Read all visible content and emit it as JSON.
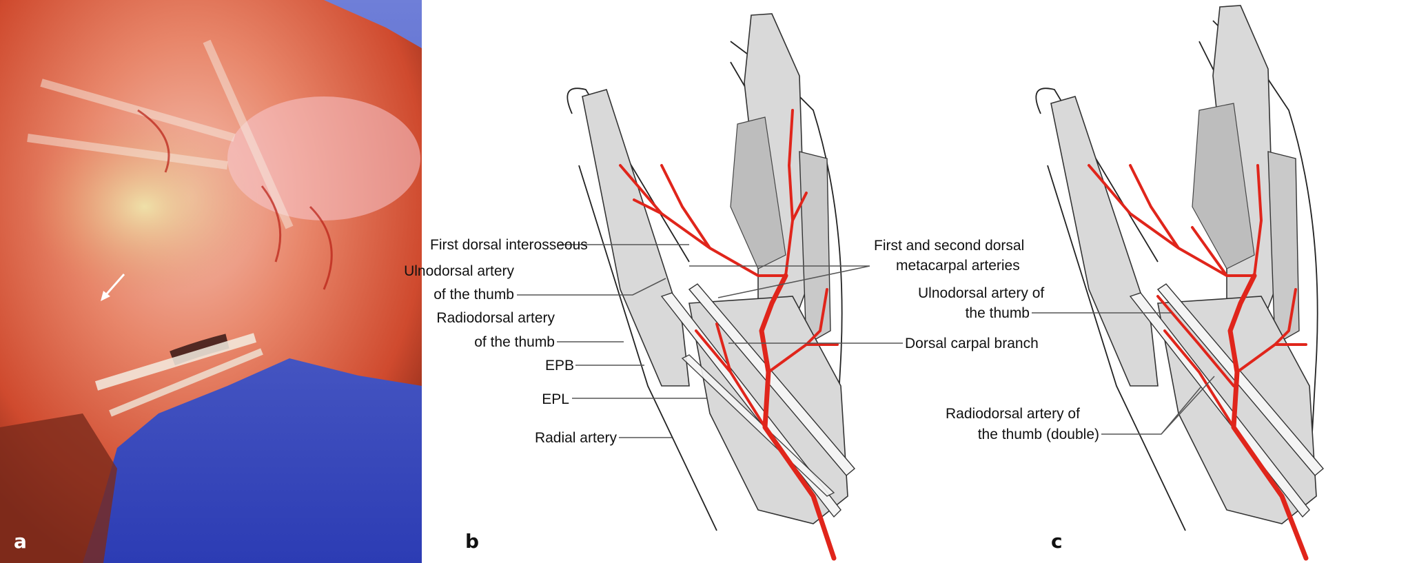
{
  "panels": {
    "a": {
      "letter": "a"
    },
    "b": {
      "letter": "b",
      "labels": {
        "first_dorsal_interosseous": "First dorsal interosseous",
        "ulnodorsal_1": "Ulnodorsal artery",
        "ulnodorsal_2": "of the thumb",
        "radiodorsal_1": "Radiodorsal artery",
        "radiodorsal_2": "of the thumb",
        "epb": "EPB",
        "epl": "EPL",
        "radial_artery": "Radial artery",
        "metacarpal_1": "First and second dorsal",
        "metacarpal_2": "metacarpal arteries",
        "dorsal_carpal_branch": "Dorsal carpal branch"
      }
    },
    "c": {
      "letter": "c",
      "labels": {
        "ulnodorsal_1": "Ulnodorsal artery of",
        "ulnodorsal_2": "the thumb",
        "radiodorsal_1": "Radiodorsal artery of",
        "radiodorsal_2": "the thumb (double)"
      }
    }
  },
  "colors": {
    "artery": "#e0251b",
    "bone": "#d9d9d9",
    "photo_blue": "#3f4fc4",
    "photo_red": "#e05a3a"
  }
}
